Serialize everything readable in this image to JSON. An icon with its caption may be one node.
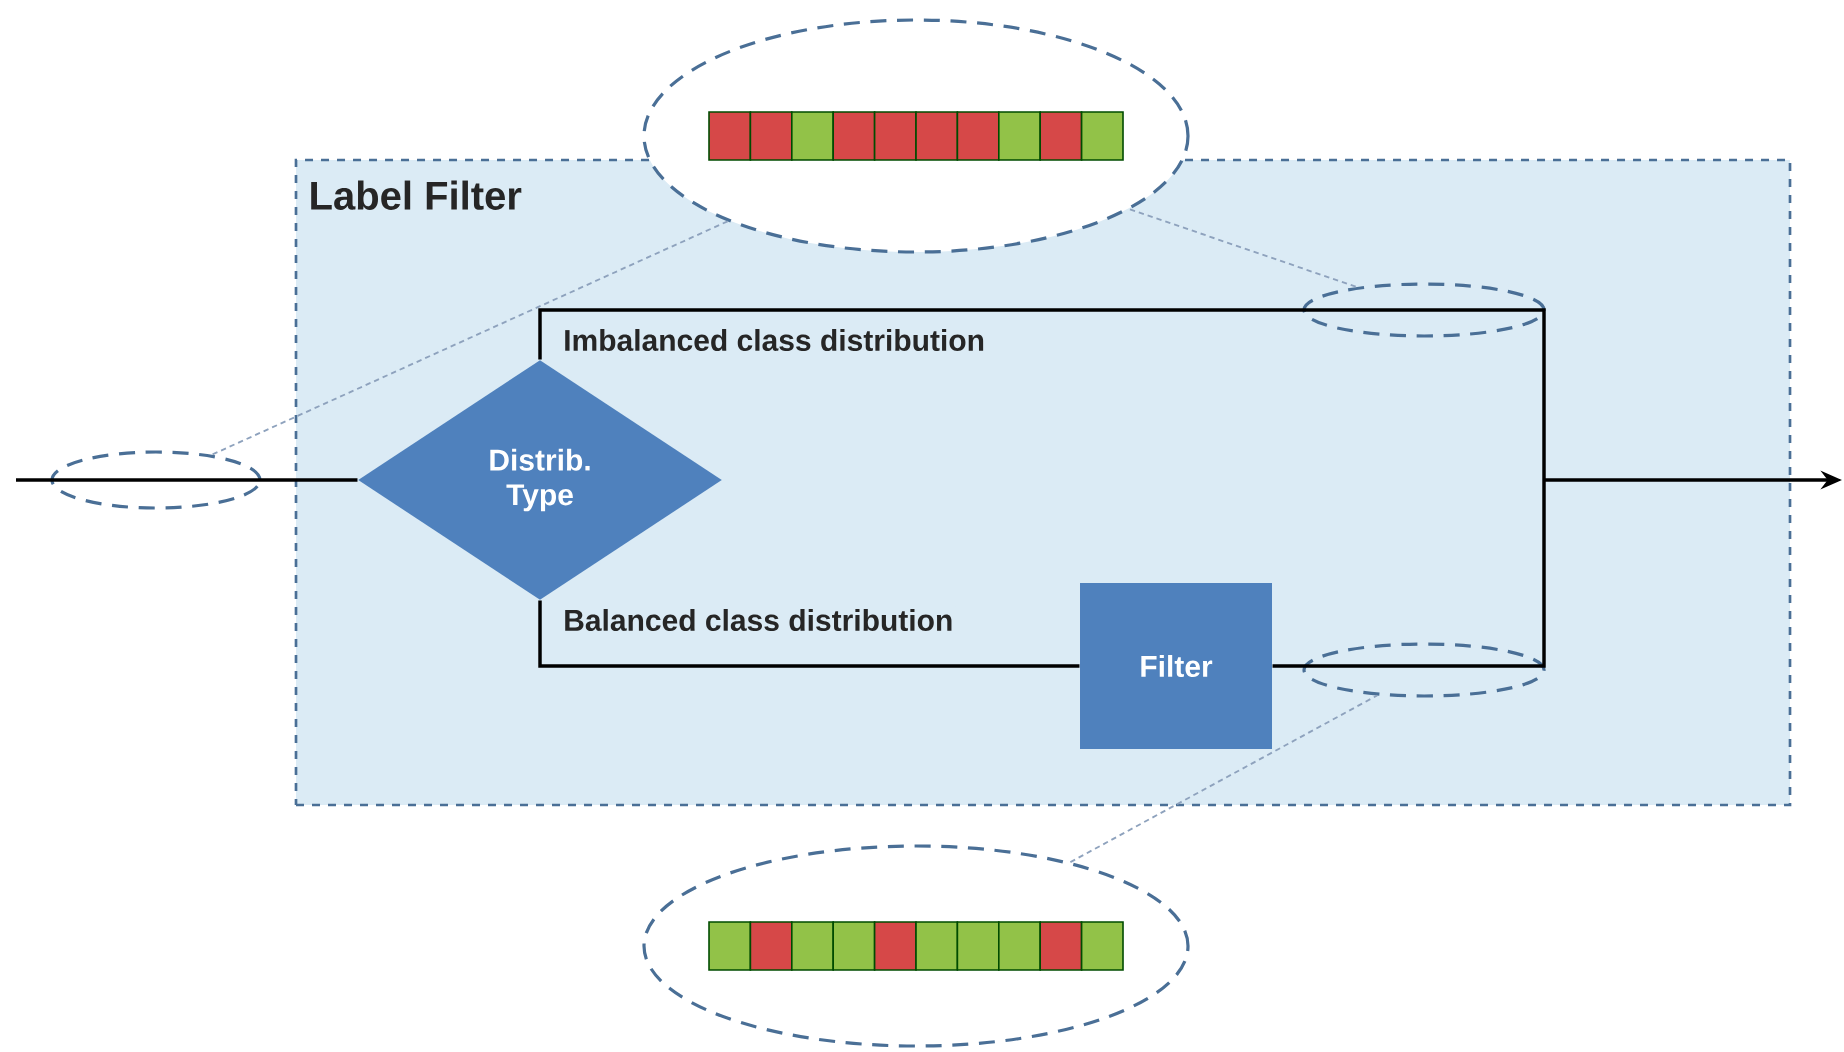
{
  "diagram": {
    "nodes": [
      {
        "text": [
          "Label Filter"
        ]
      },
      {
        "text": [
          "Distrib. Type"
        ],
        "in": 0
      },
      {
        "text": [
          "Filter"
        ],
        "in": 0
      },
      {
        "text": [],
        "shape": "ellipse"
      },
      {
        "text": [],
        "shape": "ellipse"
      },
      {
        "text": [],
        "shape": "ellipse",
        "in": 0
      },
      {
        "text": [],
        "shape": "ellipse",
        "in": 0
      },
      {
        "text": [],
        "shape": "ellipse"
      }
    ],
    "edges": [
      {
        "from": null,
        "to": 1,
        "arrow": "none"
      },
      {
        "from": 1,
        "to": null,
        "arrow": "to",
        "label": "Imbalanced class distribution"
      },
      {
        "from": 1,
        "to": 2,
        "arrow": "none",
        "label": "Balanced class distribution"
      },
      {
        "from": 2,
        "to": null,
        "arrow": "to"
      },
      {
        "from": 3,
        "to": 4,
        "arrow": "none",
        "style": "dashed",
        "color": "#8ea2bd"
      },
      {
        "from": 3,
        "to": 5,
        "arrow": "none",
        "style": "dashed",
        "color": "#8ea2bd"
      },
      {
        "from": 7,
        "to": 6,
        "arrow": "none",
        "style": "dashed",
        "color": "#8ea2bd"
      }
    ]
  }
}
